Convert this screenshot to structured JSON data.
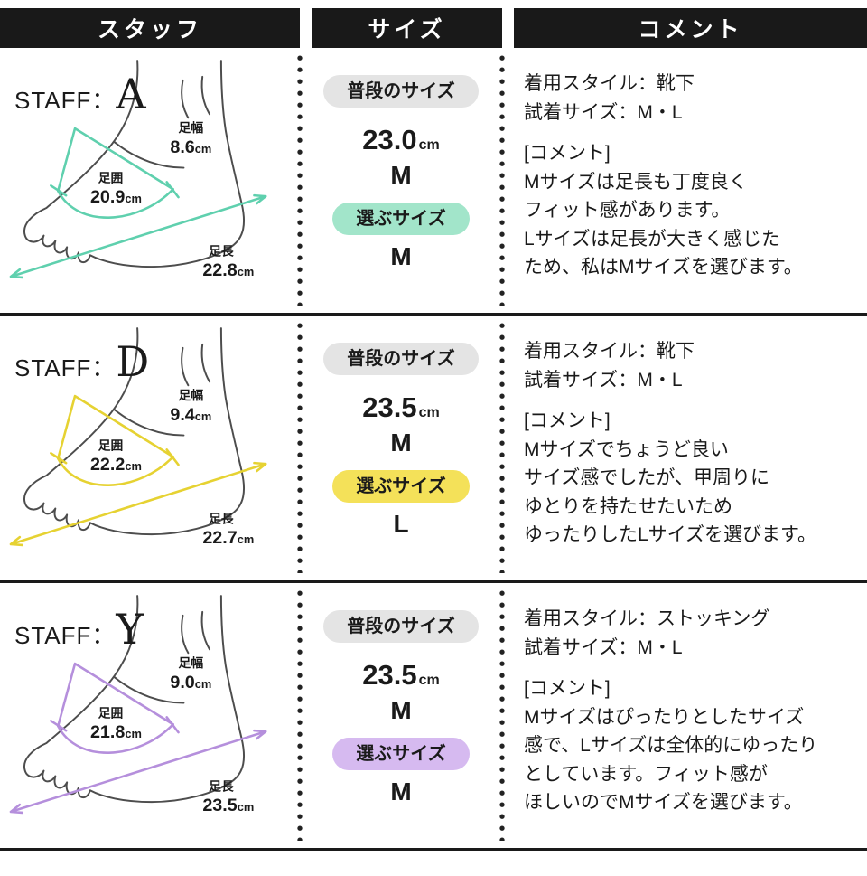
{
  "header": {
    "staff": "スタッフ",
    "size": "サイズ",
    "comment": "コメント"
  },
  "labels": {
    "staff_prefix": "STAFF：",
    "usual_size": "普段のサイズ",
    "chosen_size": "選ぶサイズ",
    "foot_width": "足幅",
    "foot_girth": "足囲",
    "foot_length": "足長",
    "unit": "cm"
  },
  "colors": {
    "header_bg": "#191919",
    "text": "#1a1a1a",
    "usual_pill_bg": "#e4e4e4",
    "divider": "#1a1a1a"
  },
  "staff": [
    {
      "initial": "A",
      "line_color": "#5fd0ae",
      "pill_color": "#a2e5ca",
      "foot_width": "8.6",
      "foot_girth": "20.9",
      "foot_length": "22.8",
      "usual_cm": "23.0",
      "usual_letter": "M",
      "chosen_letter": "M",
      "wear": "着用スタイル：靴下",
      "try": "試着サイズ：M・L",
      "comment_title": "[コメント]",
      "comment": "Mサイズは足長も丁度良く\nフィット感があります。\nLサイズは足長が大きく感じた\nため、私はMサイズを選びます。"
    },
    {
      "initial": "D",
      "line_color": "#e6d232",
      "pill_color": "#f4e159",
      "foot_width": "9.4",
      "foot_girth": "22.2",
      "foot_length": "22.7",
      "usual_cm": "23.5",
      "usual_letter": "M",
      "chosen_letter": "L",
      "wear": "着用スタイル：靴下",
      "try": "試着サイズ：M・L",
      "comment_title": "[コメント]",
      "comment": "Mサイズでちょうど良い\nサイズ感でしたが、甲周りに\nゆとりを持たせたいため\nゆったりしたLサイズを選びます。"
    },
    {
      "initial": "Y",
      "line_color": "#b58fdc",
      "pill_color": "#d6baf0",
      "foot_width": "9.0",
      "foot_girth": "21.8",
      "foot_length": "23.5",
      "usual_cm": "23.5",
      "usual_letter": "M",
      "chosen_letter": "M",
      "wear": "着用スタイル：ストッキング",
      "try": "試着サイズ：M・L",
      "comment_title": "[コメント]",
      "comment": "Mサイズはぴったりとしたサイズ\n感で、Lサイズは全体的にゆったり\nとしています。フィット感が\nほしいのでMサイズを選びます。"
    }
  ]
}
